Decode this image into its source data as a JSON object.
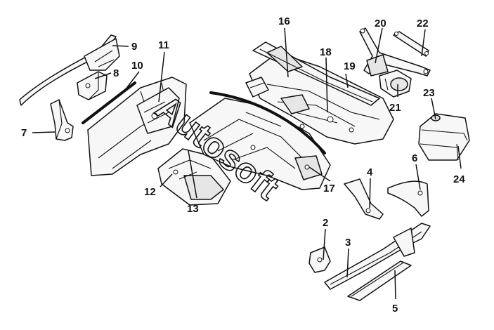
{
  "diagram": {
    "watermark": {
      "text": "Autosoft"
    },
    "callouts": [
      {
        "id": "1",
        "label": "2"
      },
      {
        "id": "2",
        "label": "3"
      },
      {
        "id": "3",
        "label": "4"
      },
      {
        "id": "4",
        "label": "5"
      },
      {
        "id": "5",
        "label": "6"
      },
      {
        "id": "6",
        "label": "7"
      },
      {
        "id": "7",
        "label": "8"
      },
      {
        "id": "8",
        "label": "9"
      },
      {
        "id": "9",
        "label": "10"
      },
      {
        "id": "10",
        "label": "11"
      },
      {
        "id": "11",
        "label": "12"
      },
      {
        "id": "12",
        "label": "13"
      },
      {
        "id": "13",
        "label": "16"
      },
      {
        "id": "14",
        "label": "17"
      },
      {
        "id": "15",
        "label": "18"
      },
      {
        "id": "16",
        "label": "19"
      },
      {
        "id": "17",
        "label": "20"
      },
      {
        "id": "18",
        "label": "21"
      },
      {
        "id": "19",
        "label": "22"
      },
      {
        "id": "20",
        "label": "23"
      },
      {
        "id": "21",
        "label": "24"
      }
    ]
  }
}
